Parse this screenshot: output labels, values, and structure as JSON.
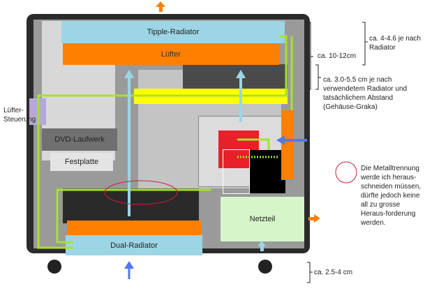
{
  "components": {
    "triple_radiator": "Tipple-Radiator",
    "fan": "Lüfter",
    "fan_controller": "Lüfter-\nSteuerung",
    "dvd_drive": "DVD-Laufwerk",
    "hdd": "Festplatte",
    "psu": "Netzteil",
    "dual_radiator": "Dual-Radiator"
  },
  "annotations": {
    "top_total": "ca. 10-12cm",
    "radiator_thickness": "ca. 4-4.6 je nach Radiator",
    "gap": "ca. 3.0-5.5 cm je nach verwendetem Radiator und tatsächlichem Abstand (Gehäuse-Graka)",
    "bottom_gap": "ca. 2.5-4 cm",
    "note": "Die Metalltrennung werde ich heraus-schneiden müssen, dürfte jedoch keine all zu grosse Heraus-forderung werden."
  },
  "colors": {
    "radiator": "#9dd5e6",
    "fan": "#ff7f00",
    "tubing": "#a6e22e",
    "yellow_bar": "#ffff00",
    "gpu_block": "#e8202a",
    "airflow_in": "#5577ee",
    "airflow_out": "#ff7f00",
    "psu": "#d6f5c8",
    "fan_controller": "#b4a8d8",
    "circle": "#c0203a"
  }
}
